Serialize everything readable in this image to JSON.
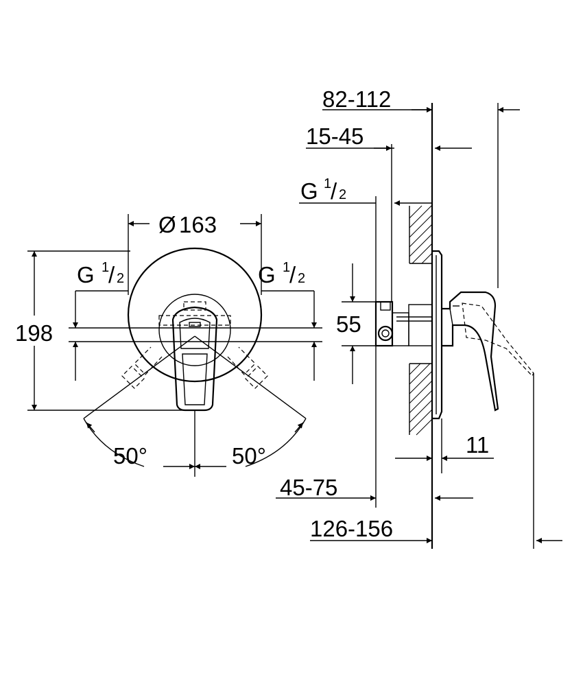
{
  "front_view": {
    "diameter": {
      "symbol": "Ø",
      "value": "163"
    },
    "height": "198",
    "left_connection": {
      "letter": "G",
      "numerator": "1",
      "denominator": "2"
    },
    "right_connection": {
      "letter": "G",
      "numerator": "1",
      "denominator": "2"
    },
    "left_angle": "50°",
    "right_angle": "50°"
  },
  "side_view": {
    "depth_range_total": "82-112",
    "depth_range_mid": "15-45",
    "connection": {
      "letter": "G",
      "numerator": "1",
      "denominator": "2"
    },
    "spacing": "55",
    "cover_thickness": "11",
    "recess_range": "45-75",
    "overall_range": "126-156"
  }
}
